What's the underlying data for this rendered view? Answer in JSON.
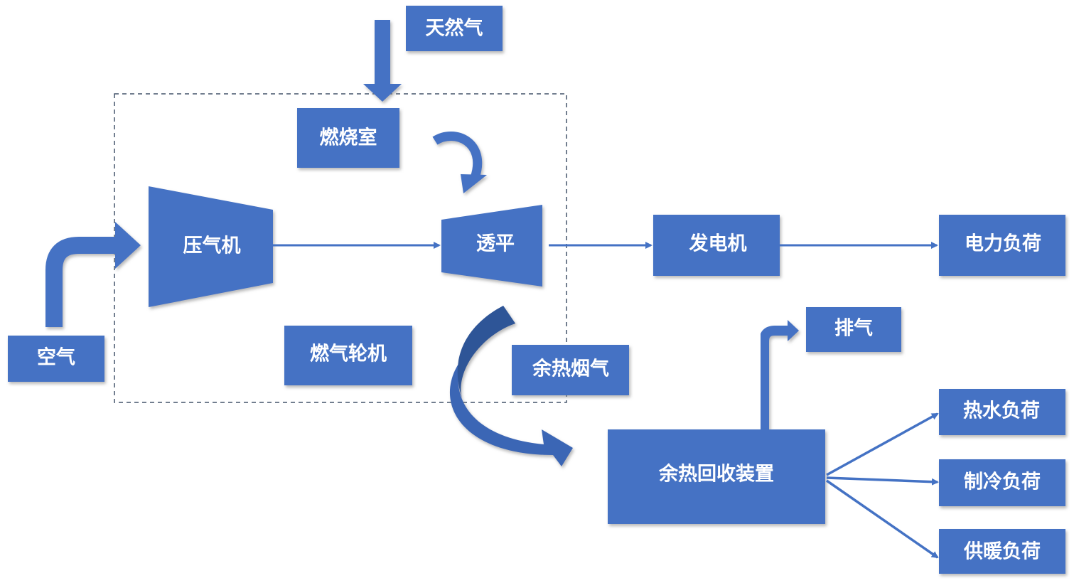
{
  "nodes": {
    "natural_gas": "天然气",
    "combustor": "燃烧室",
    "compressor": "压气机",
    "turbine": "透平",
    "gas_turbine": "燃气轮机",
    "air": "空气",
    "generator": "发电机",
    "power_load": "电力负荷",
    "exhaust": "排气",
    "waste_heat_flue_gas": "余热烟气",
    "heat_recovery": "余热回收装置",
    "hot_water_load": "热水负荷",
    "cooling_load": "制冷负荷",
    "heating_load": "供暖负荷"
  },
  "colors": {
    "box_fill": "#4472c4",
    "shadow": "#9a9a9a",
    "dashed_border": "#44546a",
    "text": "#ffffff",
    "curved_arrow_dark": "#2f5597"
  }
}
